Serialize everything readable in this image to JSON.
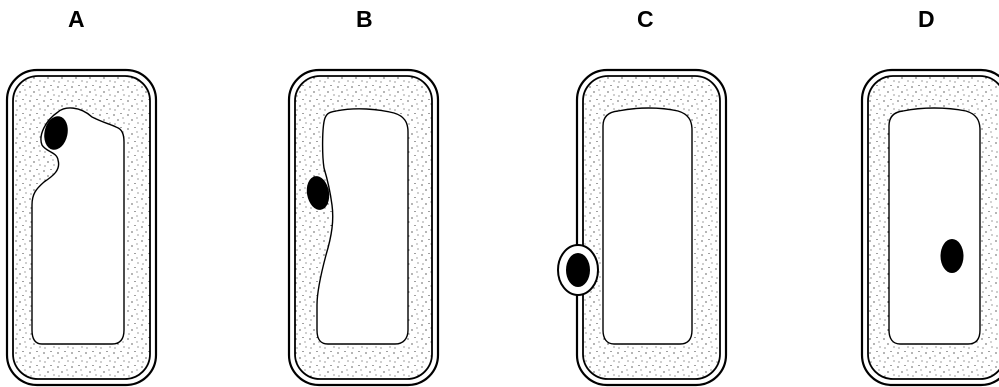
{
  "figure": {
    "cells": [
      {
        "label": "A"
      },
      {
        "label": "B"
      },
      {
        "label": "C"
      },
      {
        "label": "D"
      }
    ]
  }
}
